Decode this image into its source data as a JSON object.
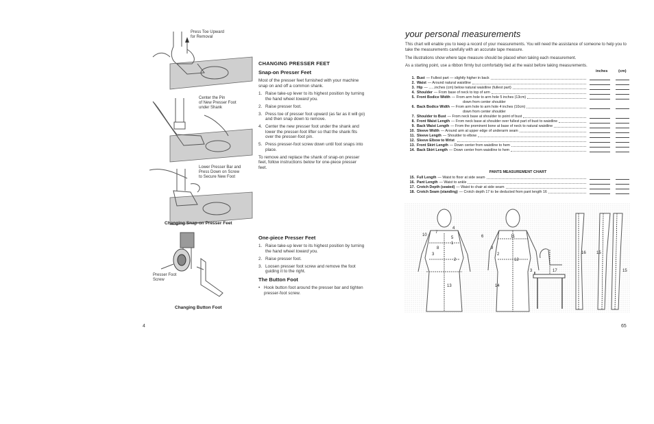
{
  "left_page": {
    "figure1": {
      "callout_a": "Press Toe Upward\nfor Removal",
      "callout_b": "Center the Pin\nof New Presser Foot\nunder Shank",
      "callout_c": "Lower Presser Bar and\nPress Down on Screw\nto Secure New Foot",
      "caption": "Changing Snap-on Presser Feet"
    },
    "figure2": {
      "callout": "Presser Foot\nScrew",
      "caption": "Changing Button Foot"
    },
    "section_heading": "CHANGING PRESSER FEET",
    "snap_on": {
      "heading": "Snap-on Presser Feet",
      "intro_before": "Most of the presser feet furnished with your machine snap on and off a common shank.",
      "steps": [
        {
          "n": "1.",
          "text": "Raise take-up lever to its highest position by turning the hand wheel ",
          "em": "toward you."
        },
        {
          "n": "2.",
          "text": "Raise presser foot.",
          "em": ""
        },
        {
          "n": "3.",
          "text": "Press toe of presser foot upward (as far as it will go) and then snap down to remove.",
          "em": ""
        },
        {
          "n": "4.",
          "text": "Center the new presser foot under the shank and lower the presser-foot lifter so that the shank fits over the presser-foot pin.",
          "em": ""
        },
        {
          "n": "5.",
          "text": "Press presser-foot screw down until foot snaps into place.",
          "em": ""
        }
      ],
      "outro": "To remove and replace the shank of snap-on presser feet, follow instructions below for one-piece presser feet."
    },
    "one_piece": {
      "heading": "One-piece Presser Feet",
      "steps": [
        {
          "n": "1.",
          "text": "Raise take-up lever to its highest position by turning the hand wheel ",
          "em": "toward you."
        },
        {
          "n": "2.",
          "text": "Raise presser foot.",
          "em": ""
        },
        {
          "n": "3.",
          "text": "Loosen presser foot screw and remove the foot guiding it to the right.",
          "em": ""
        }
      ]
    },
    "button_foot": {
      "heading": "The Button Foot",
      "bullet": "Hook button foot around the presser bar and tighten presser-foot screw."
    },
    "page_number": "4"
  },
  "right_page": {
    "title": "your personal measurements",
    "para1": "This chart will enable you to keep a record of your measurements. You will need the assistance of someone to help you to take the measurements carefully with an accurate tape measure.",
    "para2": "The illustrations show where tape measure should be placed when taking each measurement.",
    "para3": "As a starting point, use a ribbon firmly but comfortably tied at the waist before taking measurements.",
    "col_inches": "inches",
    "col_cm": "(cm)",
    "rows_a": [
      {
        "num": "1.",
        "label": "Bust",
        "desc": "— Fullest part — slightly higher in back"
      },
      {
        "num": "2.",
        "label": "Waist",
        "desc": "— Around natural waistline"
      },
      {
        "num": "3.",
        "label": "Hip",
        "desc": "— ......inches (cm) below natural waistline (fullest part)"
      },
      {
        "num": "4.",
        "label": "Shoulder",
        "desc": "— From base of neck to top of arm"
      },
      {
        "num": "5.",
        "label": "Front Bodice Width",
        "desc": "— From arm hole to arm hole 5 inches (13cm)"
      }
    ],
    "row5_cont": "down from center shoulder",
    "row6": {
      "num": "6.",
      "label": "Back Bodice Width",
      "desc": "— From arm hole to arm hole 4 inches (10cm)"
    },
    "row6_cont": "down from center shoulder",
    "rows_b": [
      {
        "num": "7.",
        "label": "Shoulder to Bust",
        "desc": "— From neck base at shoulder to point of bust"
      },
      {
        "num": "8.",
        "label": "Front Waist Length",
        "desc": "— From neck base at shoulder over fullest part of bust to waistline"
      },
      {
        "num": "9.",
        "label": "Back Waist Length",
        "desc": "— From the prominent bone at base of neck to natural waistline"
      },
      {
        "num": "10.",
        "label": "Sleeve Width",
        "desc": "— Around arm at upper edge of underarm seam"
      },
      {
        "num": "11.",
        "label": "Sleeve Length",
        "desc": "— Shoulder to elbow"
      },
      {
        "num": "12.",
        "label": "Sleeve Elbow to Wrist",
        "desc": ""
      },
      {
        "num": "13.",
        "label": "Front Skirt Length",
        "desc": "— Down center from waistline to hem"
      },
      {
        "num": "14.",
        "label": "Back Skirt Length",
        "desc": "— Down center from waistline to hem"
      }
    ],
    "pants_heading": "PANTS MEASUREMENT CHART",
    "rows_c": [
      {
        "num": "15.",
        "label": "Full Length",
        "desc": "— Waist to floor at side seam"
      },
      {
        "num": "16.",
        "label": "Pant Length",
        "desc": "— Waist to ankle"
      },
      {
        "num": "17.",
        "label": "Crotch Depth (seated)",
        "desc": "— Waist to chair at side seam"
      },
      {
        "num": "18.",
        "label": "Crotch Seam (standing)",
        "desc": "— Crotch depth 17 to be deducted from pant length 16"
      }
    ],
    "figure_labels": {
      "f10": "10",
      "f7": "7",
      "f4": "4",
      "f5": "5",
      "f1": "1",
      "f8": "8",
      "f3a": "3",
      "f2a": "2",
      "f13": "13",
      "f6": "6",
      "f11": "11",
      "f9": "9",
      "f2b": "2",
      "f12": "12",
      "f3b": "3",
      "f14": "14",
      "f17": "17",
      "f16": "16",
      "f15a": "15",
      "f15b": "15"
    },
    "page_number": "65"
  }
}
